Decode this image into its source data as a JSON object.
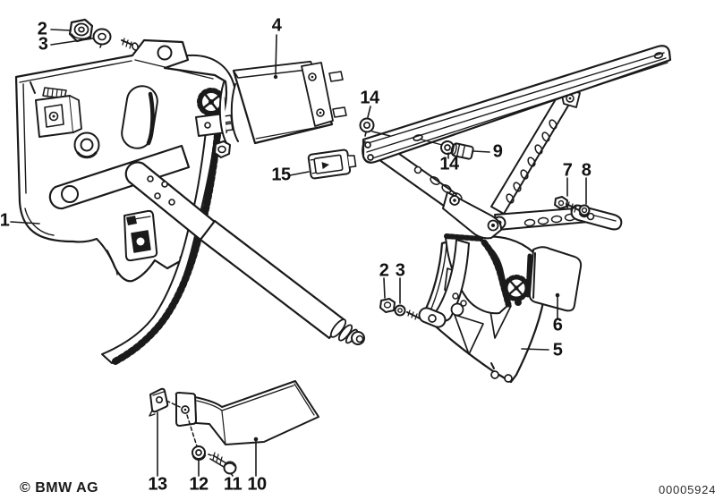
{
  "colors": {
    "background": "#ffffff",
    "line": "#1a1a1a"
  },
  "callouts": [
    {
      "id": "part-1",
      "label": "1"
    },
    {
      "id": "part-2-top",
      "label": "2"
    },
    {
      "id": "part-3-top",
      "label": "3"
    },
    {
      "id": "part-4",
      "label": "4"
    },
    {
      "id": "part-15",
      "label": "15"
    },
    {
      "id": "part-14-left",
      "label": "14"
    },
    {
      "id": "part-9",
      "label": "9"
    },
    {
      "id": "part-14-right",
      "label": "14"
    },
    {
      "id": "part-7",
      "label": "7"
    },
    {
      "id": "part-8",
      "label": "8"
    },
    {
      "id": "part-2-mid",
      "label": "2"
    },
    {
      "id": "part-3-mid",
      "label": "3"
    },
    {
      "id": "part-6",
      "label": "6"
    },
    {
      "id": "part-5",
      "label": "5"
    },
    {
      "id": "part-13",
      "label": "13"
    },
    {
      "id": "part-12",
      "label": "12"
    },
    {
      "id": "part-11",
      "label": "11"
    },
    {
      "id": "part-10",
      "label": "10"
    }
  ],
  "footer": {
    "copyright": "© BMW AG",
    "diagram_number": "00005924"
  }
}
